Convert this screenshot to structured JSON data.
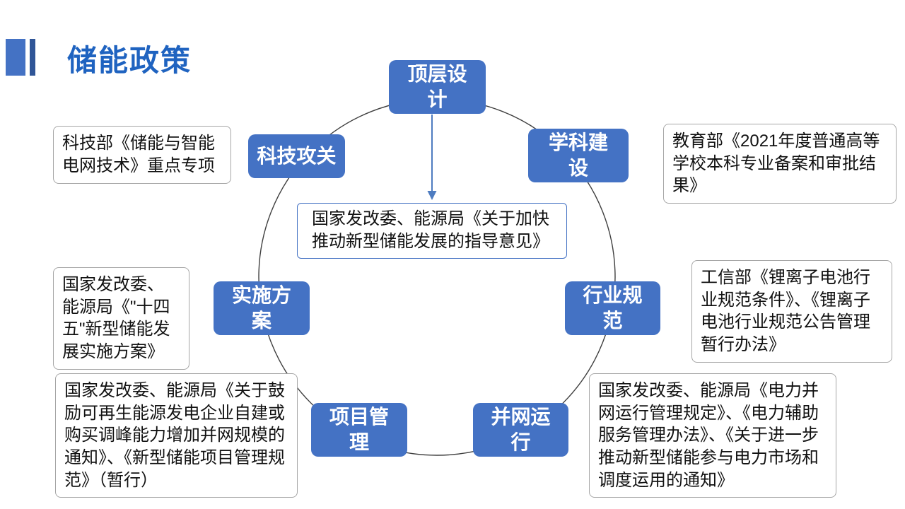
{
  "title": "储能政策",
  "center_note": {
    "text": "国家发改委、能源局《关于加快推动新型储能发展的指导意见》"
  },
  "nodes": [
    {
      "label": "顶层设计"
    },
    {
      "label": "学科建设"
    },
    {
      "label": "行业规范"
    },
    {
      "label": "并网运行"
    },
    {
      "label": "项目管理"
    },
    {
      "label": "实施方案"
    },
    {
      "label": "科技攻关"
    }
  ],
  "callouts": [
    {
      "text": "科技部《储能与智能电网技术》重点专项"
    },
    {
      "text": "教育部《2021年度普通高等学校本科专业备案和审批结果》"
    },
    {
      "text": "国家发改委、能源局《\"十四五\"新型储能发展实施方案》"
    },
    {
      "text": "工信部《锂离子电池行业规范条件》、《锂离子电池行业规范公告管理暂行办法》"
    },
    {
      "text": "国家发改委、能源局《关于鼓励可再生能源发电企业自建或购买调峰能力增加并网规模的通知》、《新型储能项目管理规范》（暂行）"
    },
    {
      "text": "国家发改委、能源局《电力并网运行管理规定》、《电力辅助服务管理办法》、《关于进一步推动新型储能参与电力市场和调度运用的通知》"
    }
  ],
  "colors": {
    "background": "#FFFFFF",
    "node_fill": "#4472C4",
    "node_text": "#FFFFFF",
    "title_color": "#1F63C0",
    "accent_bar": "#4472C4",
    "accent_bar_thin": "#2F5597",
    "center_border": "#4472C4",
    "callout_border": "#A6A6A6",
    "circle_stroke": "#3F3F3F",
    "arrow_color": "#4E7CC0"
  }
}
